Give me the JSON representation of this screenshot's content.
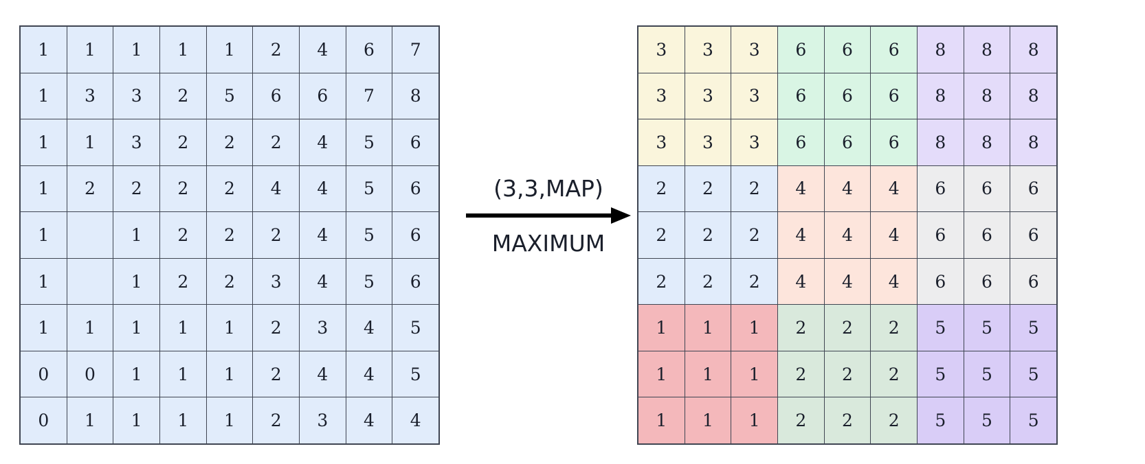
{
  "chart_data": {
    "type": "table",
    "title": "",
    "transform": {
      "top_label": "(3,3,MAP)",
      "bottom_label": "MAXIMUM",
      "arrow": "right-arrow"
    },
    "input": {
      "name": "input-grid",
      "rows": 9,
      "cols": 9,
      "fill": "#e1ecfb",
      "values": [
        [
          "1",
          "1",
          "1",
          "1",
          "1",
          "2",
          "4",
          "6",
          "7"
        ],
        [
          "1",
          "3",
          "3",
          "2",
          "5",
          "6",
          "6",
          "7",
          "8"
        ],
        [
          "1",
          "1",
          "3",
          "2",
          "2",
          "2",
          "4",
          "5",
          "6"
        ],
        [
          "1",
          "2",
          "2",
          "2",
          "2",
          "4",
          "4",
          "5",
          "6"
        ],
        [
          "1",
          "",
          "1",
          "2",
          "2",
          "2",
          "4",
          "5",
          "6"
        ],
        [
          "1",
          "",
          "1",
          "2",
          "2",
          "3",
          "4",
          "5",
          "6"
        ],
        [
          "1",
          "1",
          "1",
          "1",
          "1",
          "2",
          "3",
          "4",
          "5"
        ],
        [
          "0",
          "0",
          "1",
          "1",
          "1",
          "2",
          "4",
          "4",
          "5"
        ],
        [
          "0",
          "1",
          "1",
          "1",
          "1",
          "2",
          "3",
          "4",
          "4"
        ]
      ]
    },
    "output": {
      "name": "output-grid",
      "rows": 9,
      "cols": 9,
      "values": [
        [
          "3",
          "3",
          "3",
          "6",
          "6",
          "6",
          "8",
          "8",
          "8"
        ],
        [
          "3",
          "3",
          "3",
          "6",
          "6",
          "6",
          "8",
          "8",
          "8"
        ],
        [
          "3",
          "3",
          "3",
          "6",
          "6",
          "6",
          "8",
          "8",
          "8"
        ],
        [
          "2",
          "2",
          "2",
          "4",
          "4",
          "4",
          "6",
          "6",
          "6"
        ],
        [
          "2",
          "2",
          "2",
          "4",
          "4",
          "4",
          "6",
          "6",
          "6"
        ],
        [
          "2",
          "2",
          "2",
          "4",
          "4",
          "4",
          "6",
          "6",
          "6"
        ],
        [
          "1",
          "1",
          "1",
          "2",
          "2",
          "2",
          "5",
          "5",
          "5"
        ],
        [
          "1",
          "1",
          "1",
          "2",
          "2",
          "2",
          "5",
          "5",
          "5"
        ],
        [
          "1",
          "1",
          "1",
          "2",
          "2",
          "2",
          "5",
          "5",
          "5"
        ]
      ],
      "block_colors": [
        [
          "#faf5dc",
          "#d9f5e4",
          "#e4dcfa"
        ],
        [
          "#e1ecfb",
          "#fde5dc",
          "#ededee"
        ],
        [
          "#f4b8bb",
          "#d9e9dc",
          "#d9cdf7"
        ]
      ],
      "block_classes": [
        [
          "c-cream",
          "c-mint",
          "c-lilac"
        ],
        [
          "c-blue",
          "c-peach",
          "c-grey"
        ],
        [
          "c-rose",
          "c-sage",
          "c-violet"
        ]
      ]
    },
    "colors": {
      "border": "#3f4552",
      "text": "#1a1f2b",
      "background": "#ffffff"
    }
  }
}
